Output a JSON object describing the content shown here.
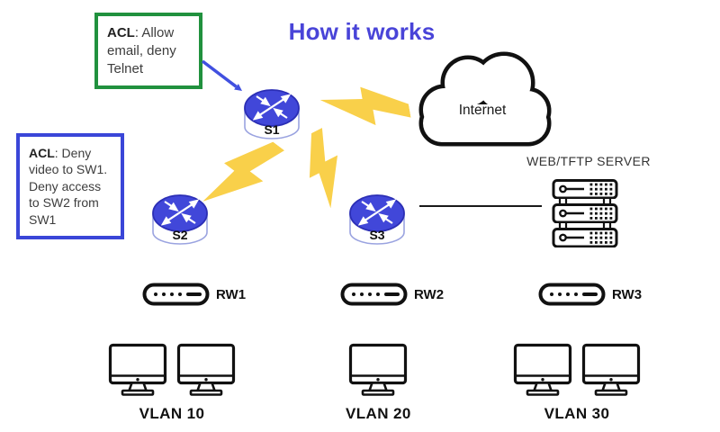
{
  "title": "How it works",
  "notes": {
    "acl_top": {
      "label_bold": "ACL",
      "text": ": Allow email, deny Telnet"
    },
    "acl_left": {
      "label_bold": "ACL",
      "text": ": Deny video to SW1. Deny access to SW2 from SW1"
    }
  },
  "nodes": {
    "switches": [
      "S1",
      "S2",
      "S3"
    ],
    "cloud_label": "Internet",
    "server_label": "WEB/TFTP SERVER",
    "wireless_routers": [
      "RW1",
      "RW2",
      "RW3"
    ],
    "vlans": [
      "VLAN 10",
      "VLAN 20",
      "VLAN 30"
    ]
  },
  "colors": {
    "title_blue": "#4944d8",
    "router_blue": "#4147d9",
    "arrow_blue": "#4150e0",
    "bolt_yellow": "#f9d04a",
    "acl_green_border": "#21913e",
    "acl_blue_border": "#3a46d8",
    "outline_black": "#1a1a1a"
  }
}
